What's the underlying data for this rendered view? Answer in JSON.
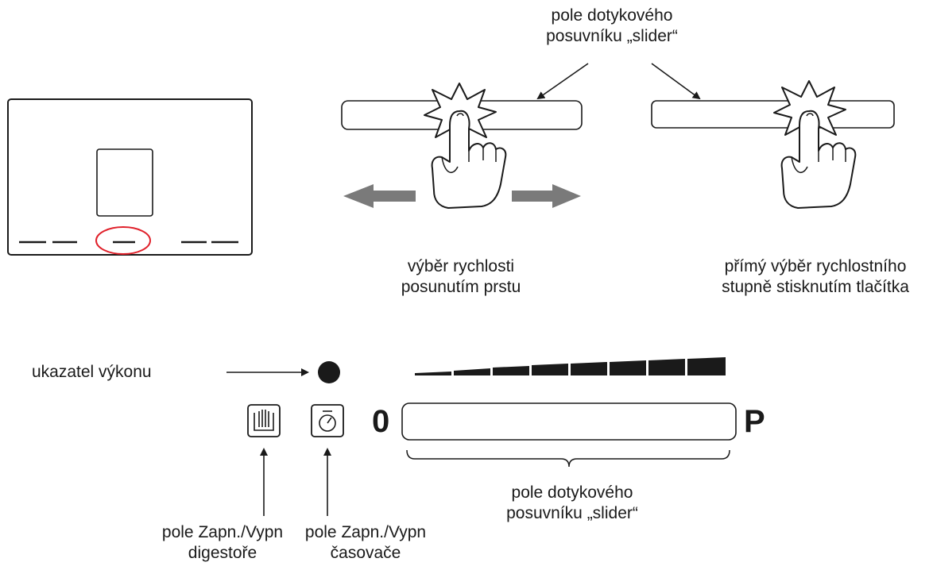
{
  "labels": {
    "slider_field_top": [
      "pole dotykového",
      "posuvníku „slider“"
    ],
    "speed_by_swipe": [
      "výběr rychlosti",
      "posunutím prstu"
    ],
    "speed_by_press": [
      "přímý výběr rychlostního",
      "stupně stisknutím tlačítka"
    ],
    "power_indicator": "ukazatel výkonu",
    "slider_min": "0",
    "slider_max": "P",
    "slider_field_bottom": [
      "pole dotykového",
      "posuvníku „slider“"
    ],
    "hood_onoff": [
      "pole Zapn./Vypn",
      "digestoře"
    ],
    "timer_onoff": [
      "pole Zapn./Vypn",
      "časovače"
    ]
  },
  "icons": {
    "hood_button": "hood-fan-icon",
    "timer_button": "stopwatch-icon",
    "indicator": "power-dot-icon",
    "finger_swipe": "hand-touch-icon",
    "finger_press": "hand-touch-icon",
    "arrow_left": "arrow-left-icon",
    "arrow_right": "arrow-right-icon"
  },
  "power_levels": {
    "count": 8,
    "active": 8
  },
  "colors": {
    "ink": "#1a1a1a",
    "arrow_gray": "#7a7a7a",
    "highlight": "#e0202a"
  }
}
